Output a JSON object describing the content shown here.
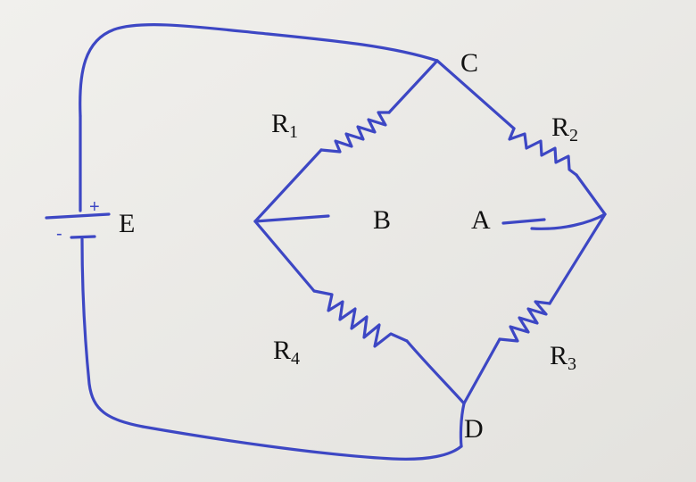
{
  "nodes": {
    "c": "C",
    "b": "B",
    "a": "A",
    "d": "D"
  },
  "resistors": [
    {
      "letter": "R",
      "sub": "1"
    },
    {
      "letter": "R",
      "sub": "2"
    },
    {
      "letter": "R",
      "sub": "3"
    },
    {
      "letter": "R",
      "sub": "4"
    }
  ],
  "source": {
    "label": "E",
    "plus": "+",
    "minus": "-"
  },
  "colors": {
    "ink": "#3d47c4",
    "paper": "#ecebe8",
    "text": "#111111"
  }
}
